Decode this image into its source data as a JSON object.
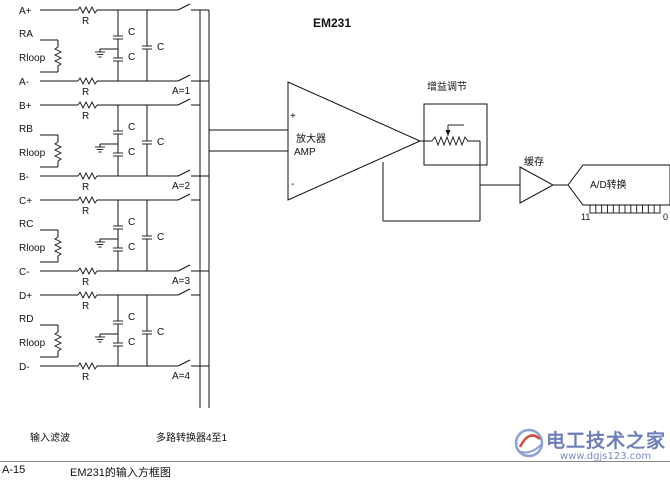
{
  "diagram": {
    "title": "EM231",
    "channels": [
      {
        "plus": "A+",
        "rin": "RA",
        "minus": "A-",
        "sel": "A=1"
      },
      {
        "plus": "B+",
        "rin": "RB",
        "minus": "B-",
        "sel": "A=2"
      },
      {
        "plus": "C+",
        "rin": "RC",
        "minus": "C-",
        "sel": "A=3"
      },
      {
        "plus": "D+",
        "rin": "RD",
        "minus": "D-",
        "sel": "A=4"
      }
    ],
    "r_label": "R",
    "c_label": "C",
    "rloop_label": "Rloop",
    "amp_label_cn": "放大器",
    "amp_label_en": "AMP",
    "plus_sign": "+",
    "minus_sign": "-",
    "gain_label": "增益调节",
    "buffer_label": "缓存",
    "adc_label": "A/D转换",
    "adc_msb": "11",
    "adc_lsb": "0",
    "filter_label": "输入滤波",
    "mux_label": "多路转换器4至1"
  },
  "footer": {
    "fig_no": "A-15",
    "caption": "EM231的输入方框图"
  },
  "watermark": {
    "text": "电工技术之家",
    "url": "www.dgjs123.com"
  }
}
